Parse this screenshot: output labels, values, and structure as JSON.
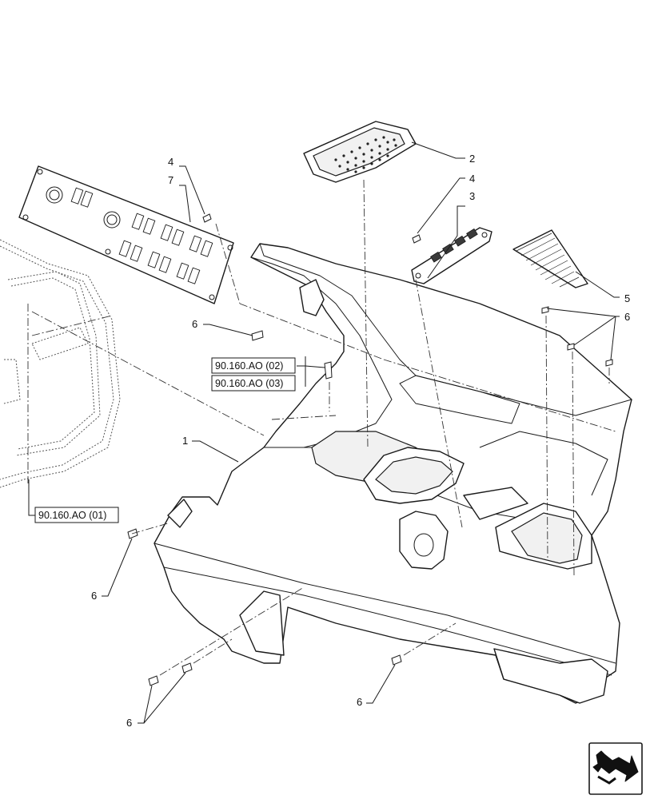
{
  "callouts": {
    "c1": "1",
    "c2": "2",
    "c3": "3",
    "c4a": "4",
    "c4b": "4",
    "c5": "5",
    "c6a": "6",
    "c6b": "6",
    "c6c": "6",
    "c6d": "6",
    "c6e": "6",
    "c7": "7"
  },
  "references": {
    "ref_02": "90.160.AO (02)",
    "ref_03": "90.160.AO (03)",
    "ref_01": "90.160.AO (01)"
  },
  "icons": {
    "nav": "next-page-arrow-icon"
  }
}
